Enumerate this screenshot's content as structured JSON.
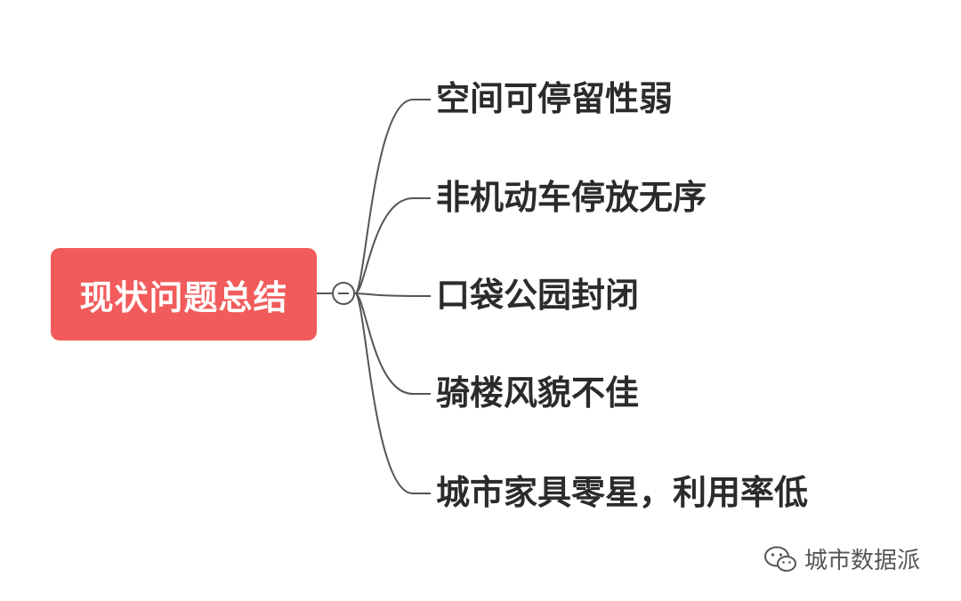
{
  "root": {
    "label": "现状问题总结",
    "color": "#f15b5b"
  },
  "branches": [
    {
      "label": "空间可停留性弱"
    },
    {
      "label": "非机动车停放无序"
    },
    {
      "label": "口袋公园封闭"
    },
    {
      "label": "骑楼风貌不佳"
    },
    {
      "label": "城市家具零星，利用率低"
    }
  ],
  "watermark": {
    "text": "城市数据派",
    "icon": "wechat-icon"
  }
}
